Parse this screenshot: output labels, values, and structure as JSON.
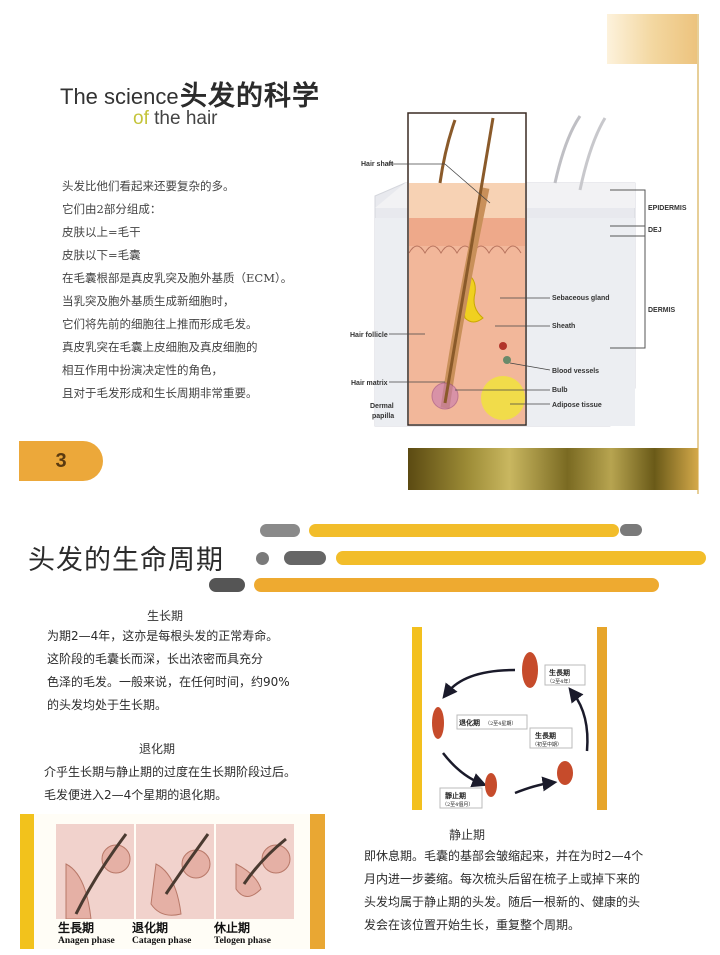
{
  "header": {
    "title_en": "The science",
    "title_cn": "头发的科学",
    "subtitle_of": "of",
    "subtitle_rest": " the hair"
  },
  "intro": {
    "lines": [
      "头发比他们看起来还要复杂的多。",
      "它们由2部分组成：",
      "皮肤以上=毛干",
      "皮肤以下=毛囊",
      "在毛囊根部是真皮乳突及胞外基质（ECM）。",
      "当乳突及胞外基质生成新细胞时，",
      "它们将先前的细胞往上推而形成毛发。",
      "真皮乳突在毛囊上皮细胞及真皮细胞的",
      "相互作用中扮演决定性的角色，",
      "且对于毛发形成和生长周期非常重要。"
    ]
  },
  "anatomy_diagram": {
    "labels_left": [
      "Hair shaft",
      "Hair follicle",
      "Hair matrix",
      "Dermal",
      "papilla"
    ],
    "labels_right": [
      "Sebaceous gland",
      "Sheath",
      "Blood vessels",
      "Bulb",
      "Adipose tissue"
    ],
    "layers": [
      "EPIDERMIS",
      "DEJ",
      "DERMIS"
    ]
  },
  "page_number": "3",
  "section2": {
    "title": "头发的生命周期",
    "anagen": {
      "heading": "生长期",
      "lines": [
        "为期2—4年，这亦是每根头发的正常寿命。",
        "这阶段的毛囊长而深，长出浓密而具充分",
        "色泽的毛发。一般来说，在任何时间，约90%",
        "的头发均处于生长期。"
      ]
    },
    "catagen": {
      "heading": "退化期",
      "lines": [
        "介乎生长期与静止期的过度在生长期阶段过后。",
        "毛发便进入2—4个星期的退化期。"
      ]
    },
    "telogen": {
      "heading": "静止期",
      "lines": [
        "即休息期。毛囊的基部会皱缩起来，并在为时2—4个",
        "月内进一步萎缩。每次梳头后留在梳子上或掉下来的",
        "头发均属于静止期的头发。随后一根新的、健康的头",
        "发会在该位置开始生长，重复整个周期。"
      ]
    },
    "cycle_diagram": {
      "labels": [
        {
          "title": "生長期",
          "sub": "（2至4年）"
        },
        {
          "title": "退化期",
          "sub": "（2至4星期）"
        },
        {
          "title": "生長期",
          "sub": "（初至中期）"
        },
        {
          "title": "靜止期",
          "sub": "（2至4個月）"
        }
      ]
    },
    "phase_strip": {
      "phases": [
        {
          "cn": "生長期",
          "en": "Anagen phase"
        },
        {
          "cn": "退化期",
          "en": "Catagen phase"
        },
        {
          "cn": "休止期",
          "en": "Telogen phase"
        }
      ]
    }
  },
  "colors": {
    "accent_orange": "#eca83a",
    "accent_yellow": "#f2bd2a",
    "stripe_gray": "#6a6a6a",
    "title_dark": "#2b2b2b"
  }
}
